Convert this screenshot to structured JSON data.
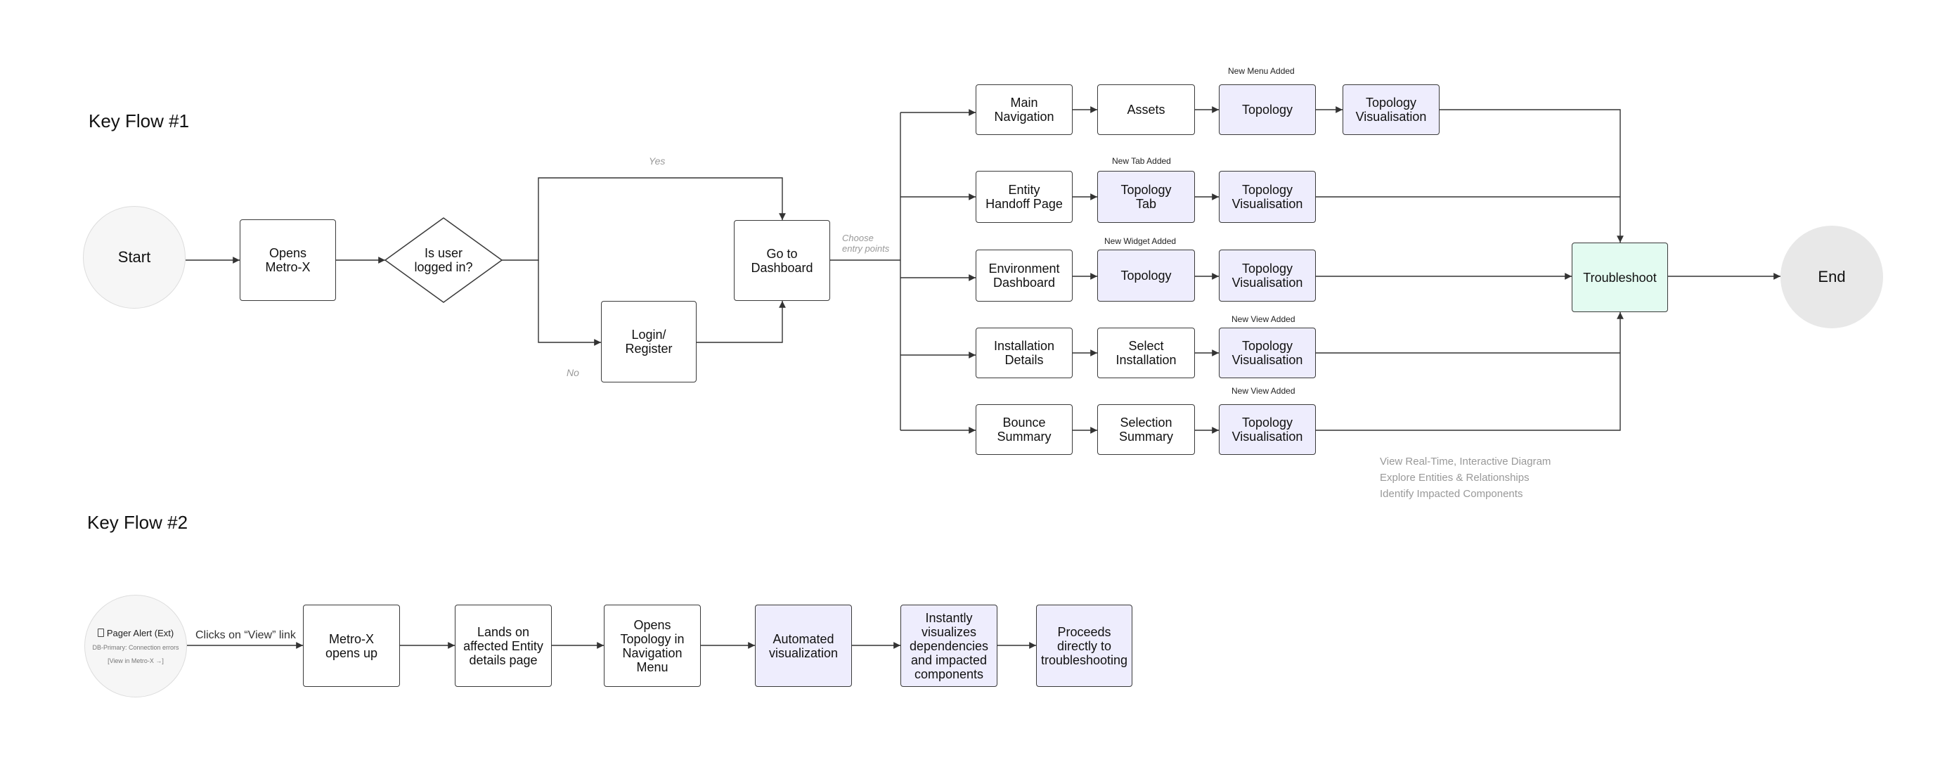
{
  "flow1": {
    "heading": "Key Flow #1",
    "start": "Start",
    "opens": "Opens\nMetro-X",
    "decision": "Is user\nlogged in?",
    "yes": "Yes",
    "no": "No",
    "login": "Login/\nRegister",
    "dashboard": "Go to\nDashboard",
    "choose": "Choose\nentry points",
    "rows": [
      {
        "a": "Main\nNavigation",
        "b": "Assets",
        "c": "Topology",
        "d": "Topology\nVisualisation",
        "tag": "New Menu Added"
      },
      {
        "a": "Entity\nHandoff Page",
        "b": "Topology\nTab",
        "c": "Topology\nVisualisation",
        "tag": "New Tab Added"
      },
      {
        "a": "Environment\nDashboard",
        "b": "Topology",
        "c": "Topology\nVisualisation",
        "tag": "New Widget Added"
      },
      {
        "a": "Installation\nDetails",
        "b": "Select\nInstallation",
        "c": "Topology\nVisualisation",
        "tag": "New View Added"
      },
      {
        "a": "Bounce\nSummary",
        "b": "Selection\nSummary",
        "c": "Topology\nVisualisation",
        "tag": "New View Added"
      }
    ],
    "troubleshoot": "Troubleshoot",
    "end": "End",
    "notes": [
      "View Real-Time, Interactive Diagram",
      "Explore Entities & Relationships",
      "Identify Impacted Components"
    ]
  },
  "flow2": {
    "heading": "Key Flow #2",
    "alert": {
      "title": "Pager Alert (Ext)",
      "line1": "DB-Primary: Connection errors",
      "line2": "[View in Metro-X →]"
    },
    "clicks": "Clicks on “View” link",
    "steps": [
      "Metro-X\nopens up",
      "Lands on\naffected Entity\ndetails page",
      "Opens\nTopology in\nNavigation\nMenu",
      "Automated\nvisualization",
      "Instantly\nvisualizes\ndependencies\nand impacted\ncomponents",
      "Proceeds\ndirectly to\ntroubleshooting"
    ]
  },
  "colors": {
    "purple_fill": "#eeedfd",
    "green_fill": "#e3fbf1",
    "stroke": "#3a3a3a",
    "muted_text": "#999999"
  }
}
